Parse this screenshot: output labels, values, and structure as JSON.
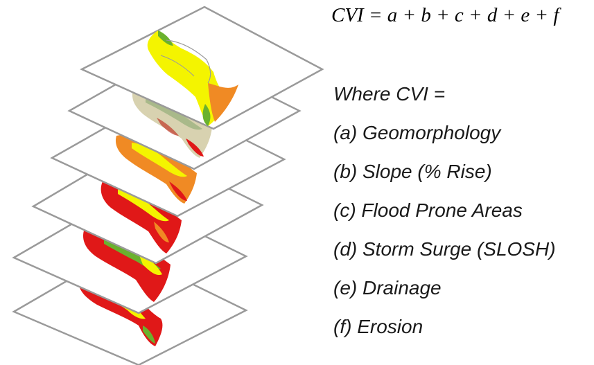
{
  "formula": "CVI = a + b + c + d + e + f",
  "legend": {
    "heading": "Where CVI =",
    "items": [
      "(a) Geomorphology",
      "(b) Slope (% Rise)",
      "(c) Flood Prone Areas",
      "(d) Storm Surge (SLOSH)",
      "(e) Drainage",
      "(f) Erosion"
    ]
  },
  "colors": {
    "plane_stroke": "#9a9a9a",
    "yellow": "#f4f400",
    "orange": "#f08a24",
    "red": "#e01818",
    "green": "#6ab12e",
    "tan": "#d8d2b0",
    "grey_green": "#a9b98a"
  }
}
